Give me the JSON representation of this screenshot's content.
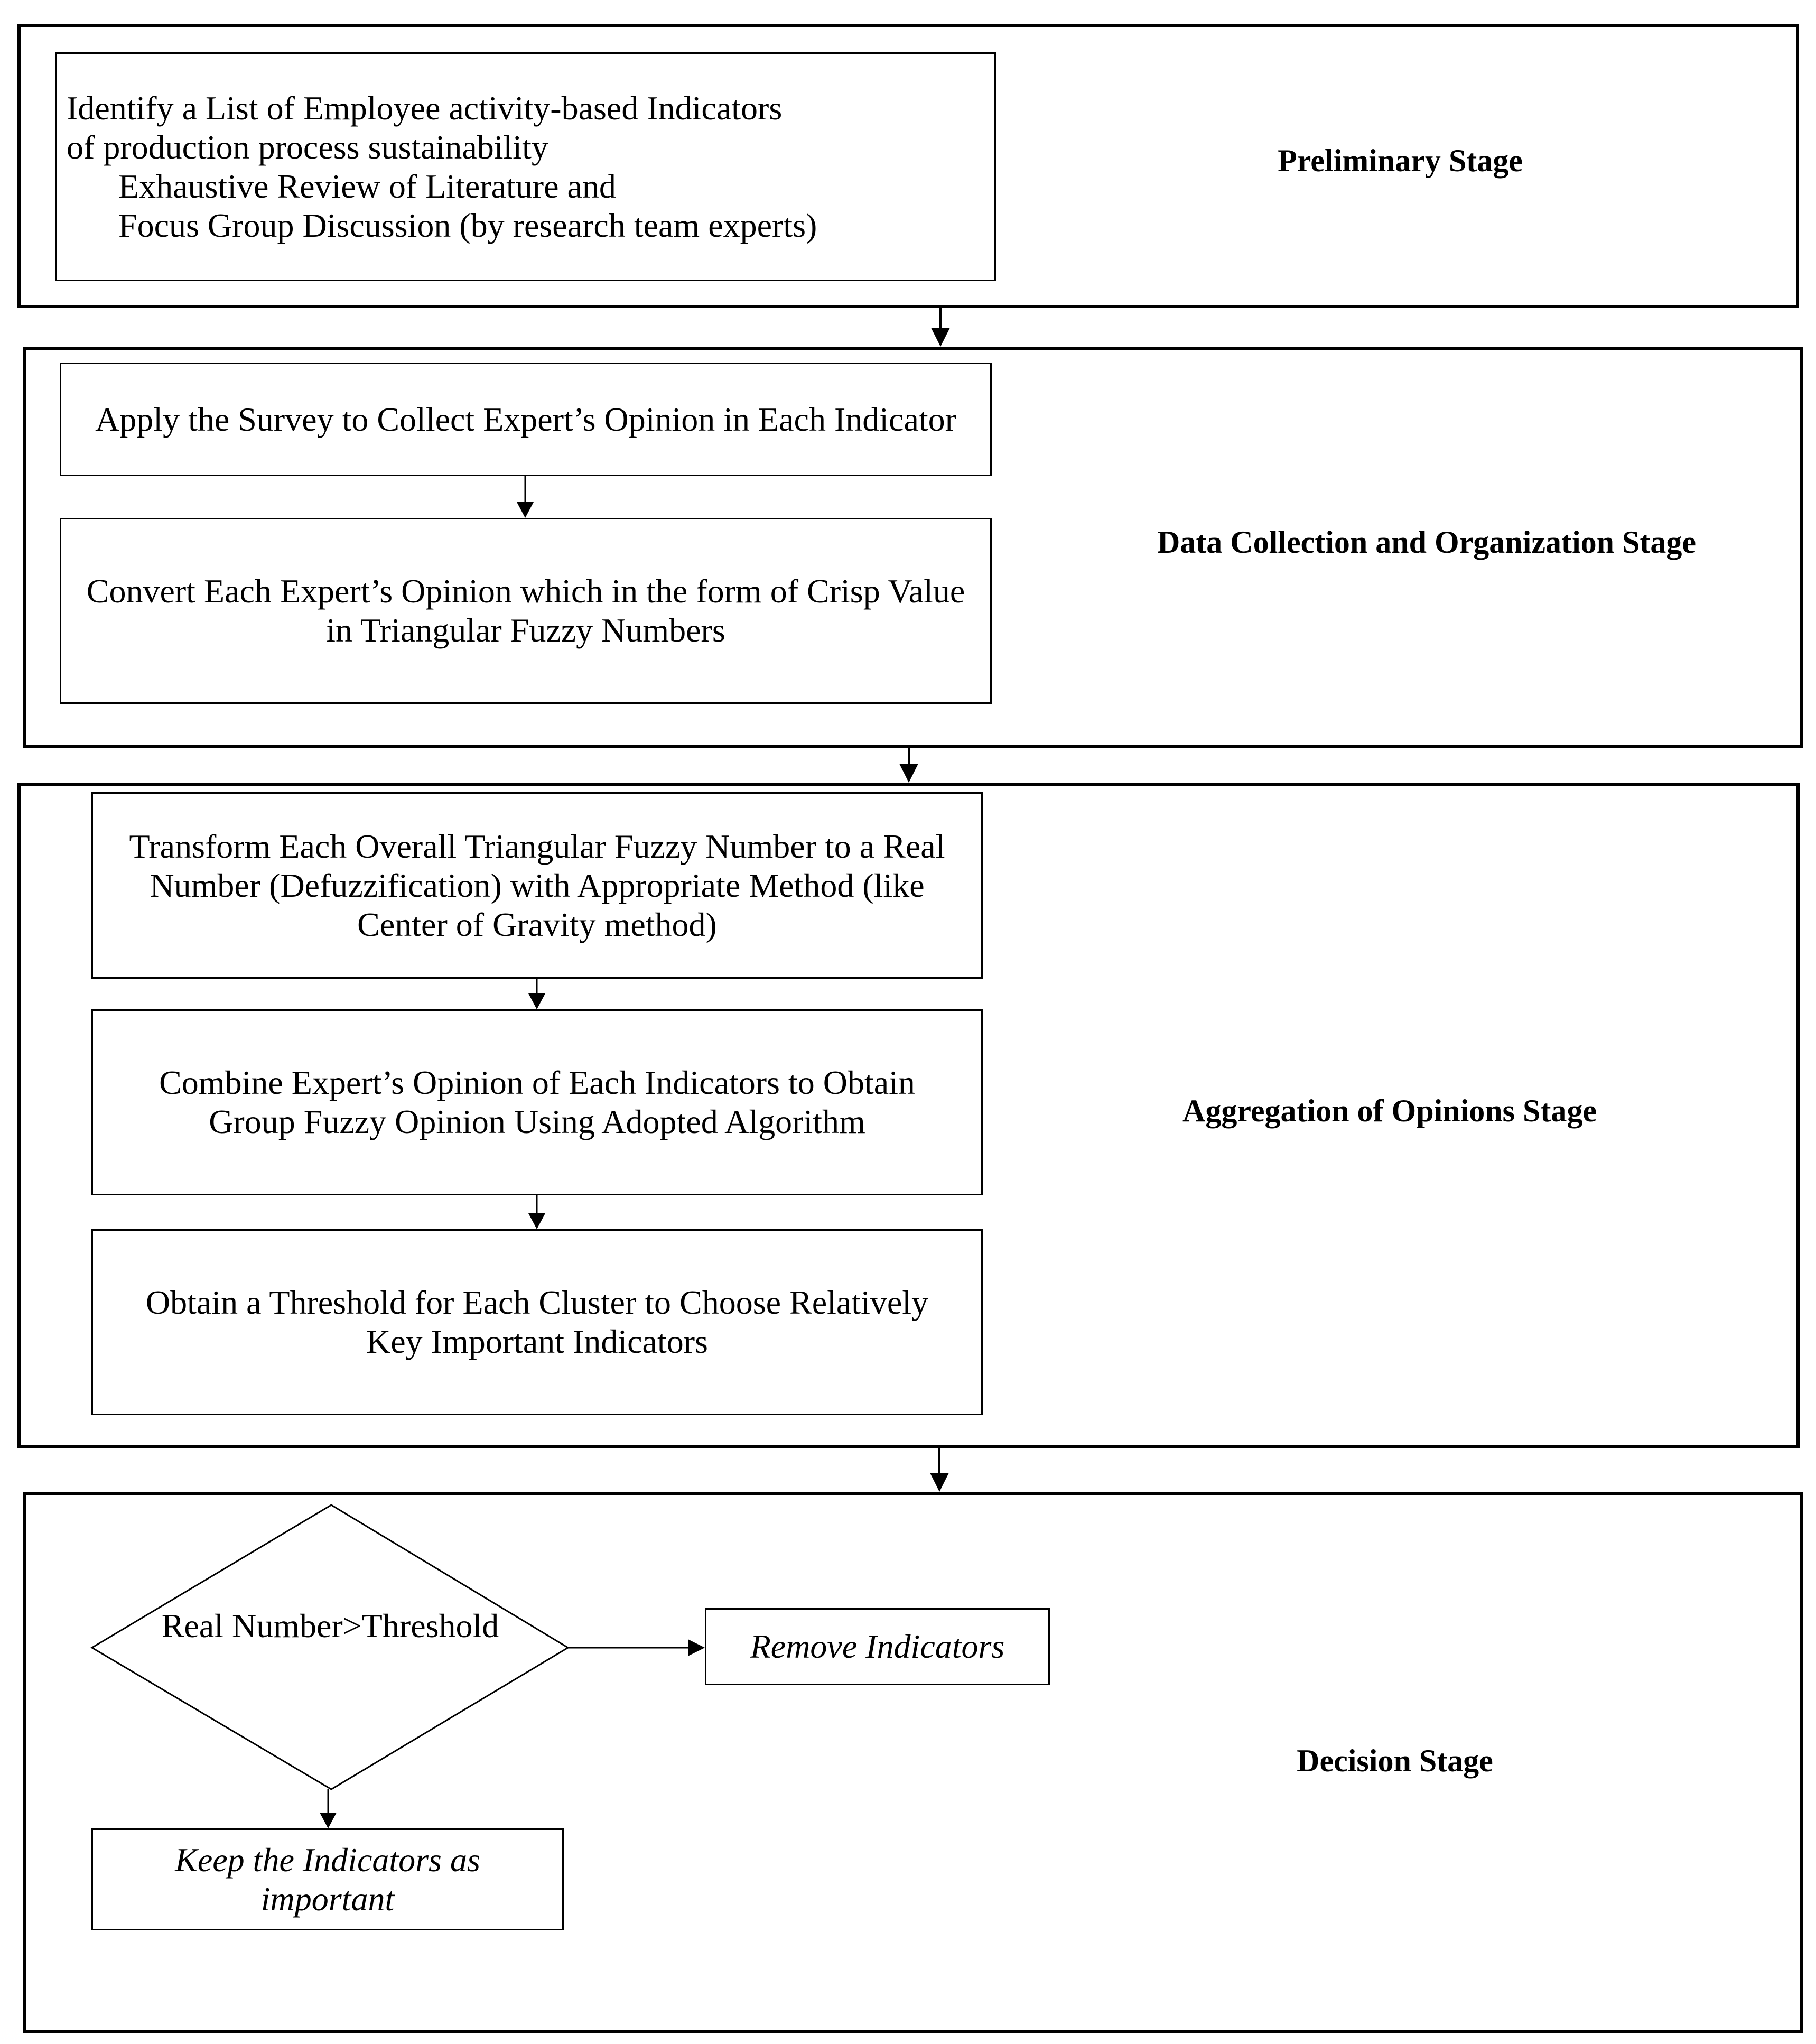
{
  "stages": {
    "preliminary": {
      "label": "Preliminary Stage",
      "step": {
        "line1": "Identify a List of Employee activity-based Indicators",
        "line2": "of production process sustainability",
        "line3": "Exhaustive Review of Literature and",
        "line4": "Focus Group Discussion (by research team experts)"
      }
    },
    "data_collection": {
      "label": "Data Collection and Organization Stage",
      "steps": [
        "Apply the Survey to Collect  Expert’s Opinion in Each Indicator",
        "Convert Each Expert’s Opinion which in the form of Crisp Value in Triangular Fuzzy Numbers"
      ]
    },
    "aggregation": {
      "label": "Aggregation of Opinions Stage",
      "steps": [
        "Transform Each Overall Triangular Fuzzy Number to a Real Number (Defuzzification) with Appropriate Method (like Center of Gravity method)",
        "Combine Expert’s Opinion of Each Indicators to Obtain Group Fuzzy Opinion Using Adopted Algorithm",
        "Obtain a Threshold for Each Cluster to Choose Relatively Key Important Indicators"
      ]
    },
    "decision": {
      "label": "Decision Stage",
      "condition": "Real Number>Threshold",
      "remove": "Remove Indicators",
      "keep": "Keep the Indicators as important"
    }
  }
}
